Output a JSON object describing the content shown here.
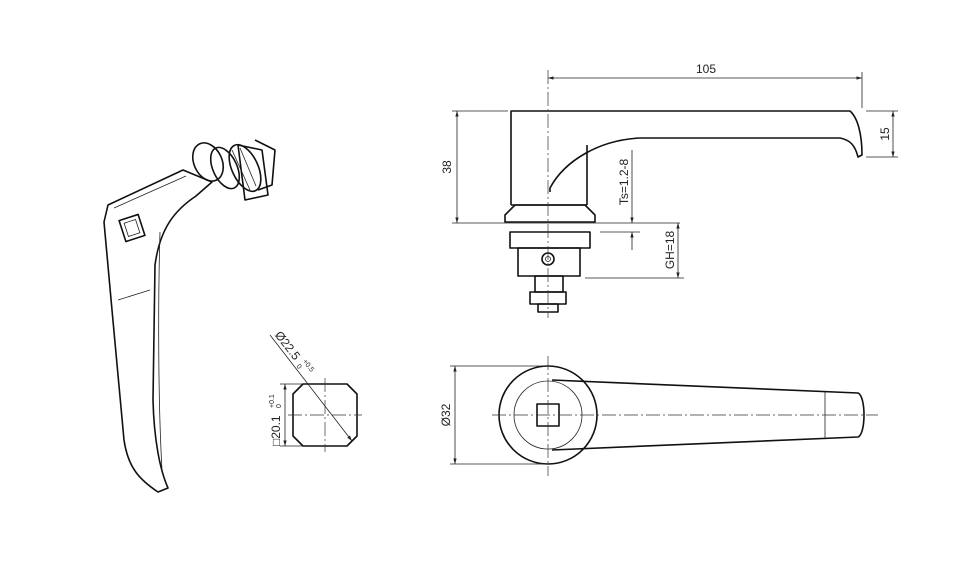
{
  "dimensions": {
    "length": "105",
    "tip_height": "15",
    "height": "38",
    "panel_thickness": "Ts=1.2-8",
    "grip_height": "GH=18",
    "bezel_diameter": "Ø32",
    "cutout_diameter": "Ø22.5",
    "cutout_diameter_tol_upper": "+0.5",
    "cutout_diameter_tol_lower": "0",
    "cutout_square": "□20.1",
    "cutout_square_tol_upper": "+0.1",
    "cutout_square_tol_lower": "0"
  }
}
